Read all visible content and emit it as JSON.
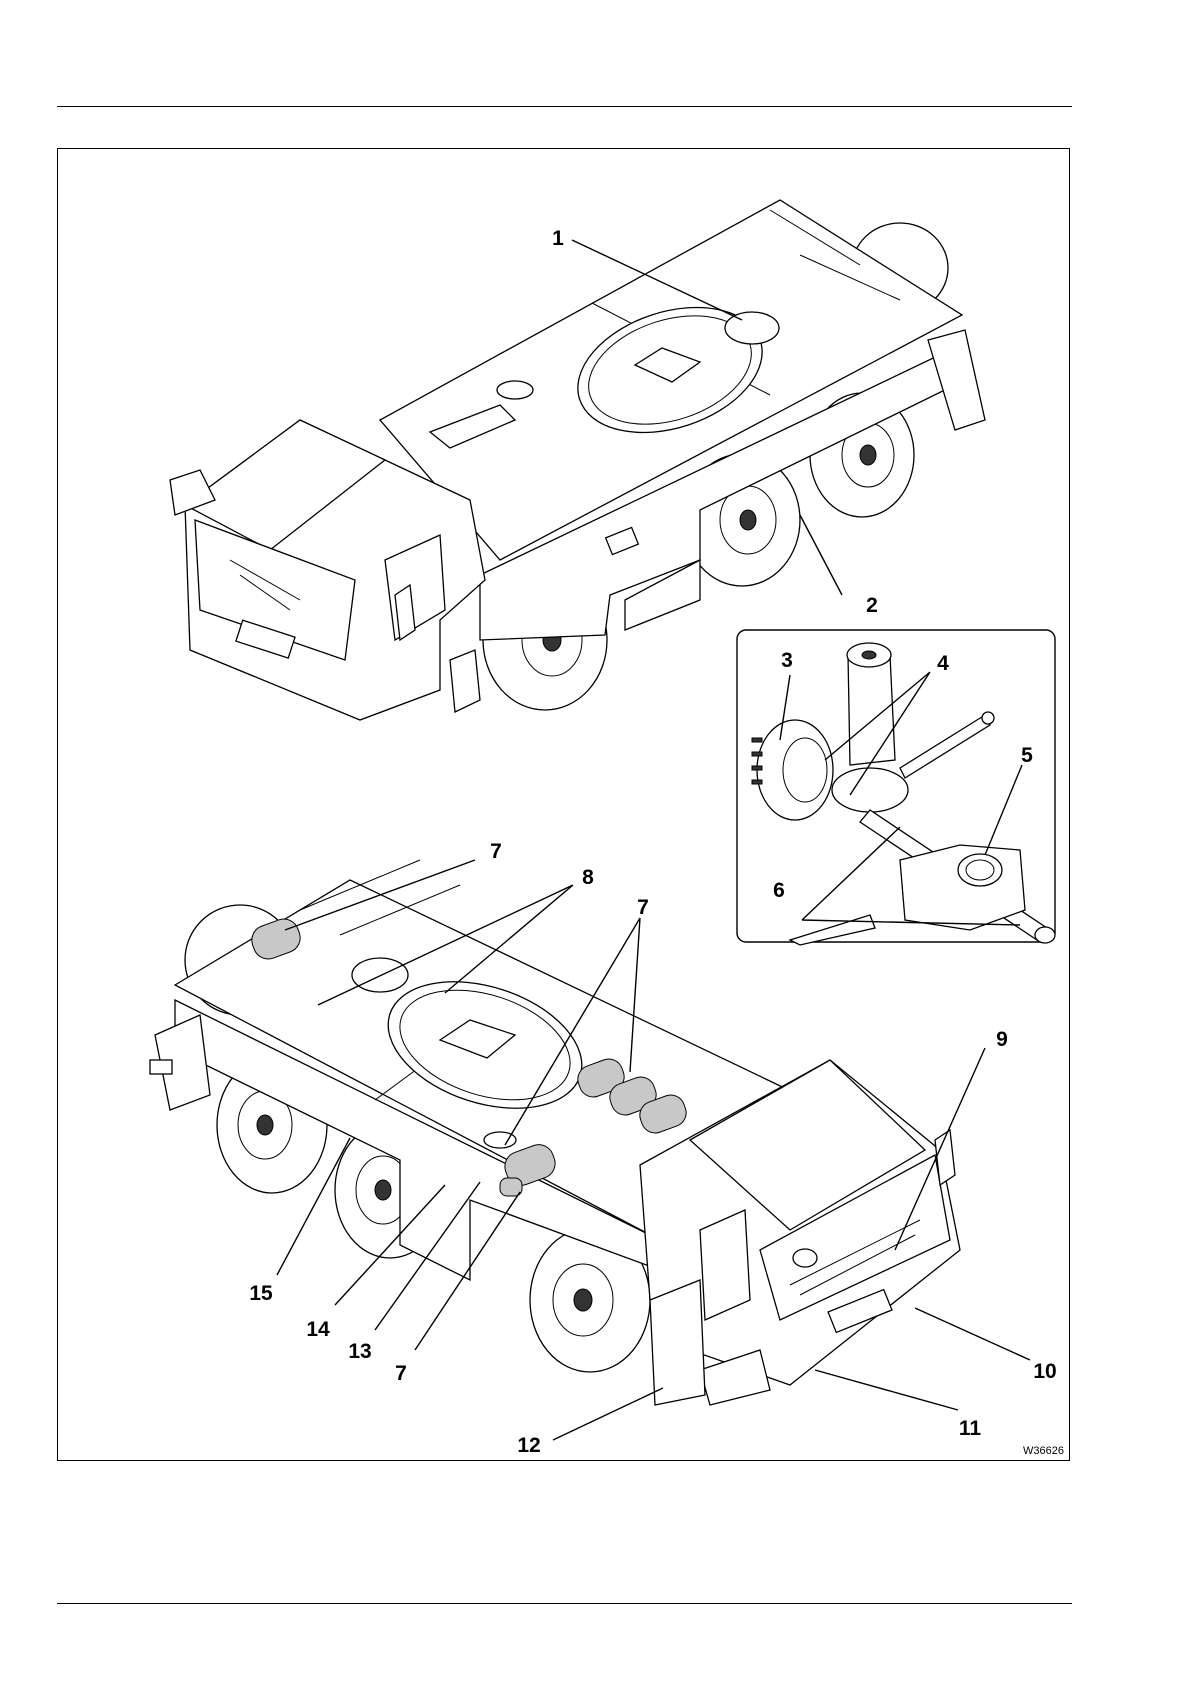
{
  "figure": {
    "code": "W36626",
    "callouts": {
      "c1": "1",
      "c2": "2",
      "c3": "3",
      "c4": "4",
      "c5": "5",
      "c6": "6",
      "c7a": "7",
      "c7b": "7",
      "c7c": "7",
      "c8": "8",
      "c9": "9",
      "c10": "10",
      "c11": "11",
      "c12": "12",
      "c13": "13",
      "c14": "14",
      "c15": "15"
    }
  }
}
